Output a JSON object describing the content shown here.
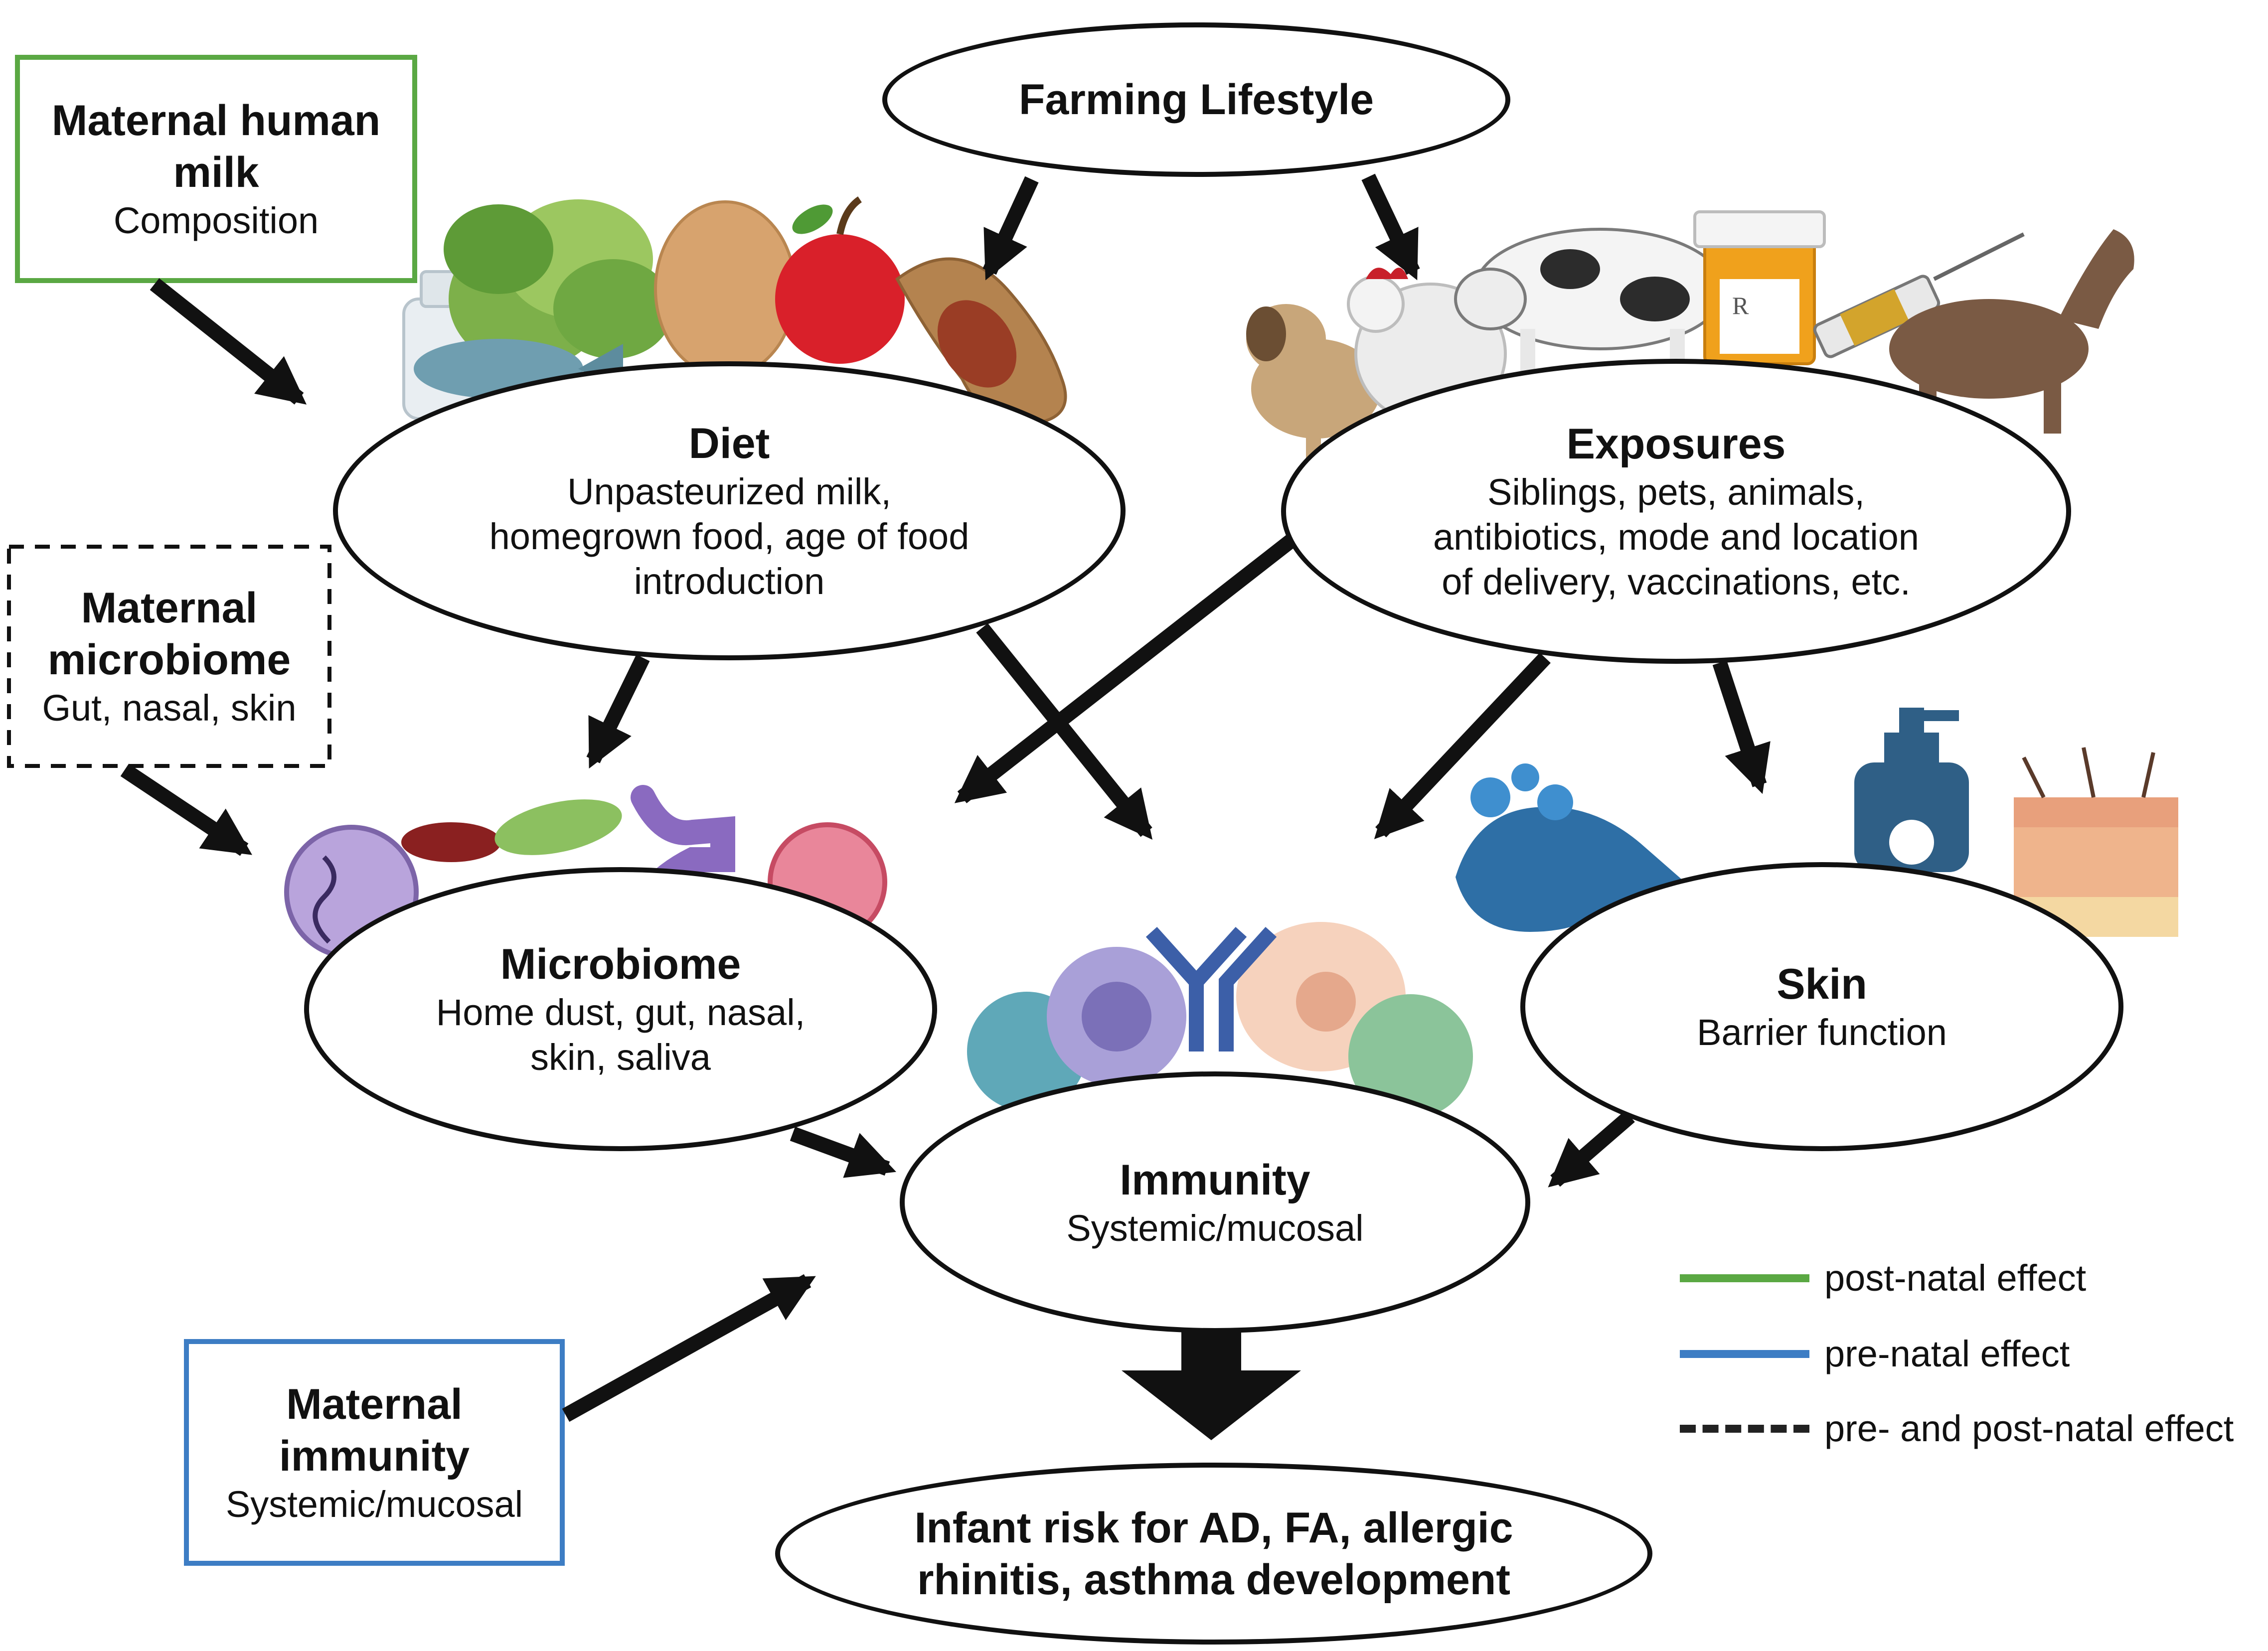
{
  "nodes": {
    "farming": {
      "title": "Farming Lifestyle"
    },
    "diet": {
      "title": "Diet",
      "lines": [
        "Unpasteurized milk,",
        "homegrown food, age of food",
        "introduction"
      ]
    },
    "exposures": {
      "title": "Exposures",
      "lines": [
        "Siblings, pets, animals,",
        "antibiotics, mode and location",
        "of delivery, vaccinations, etc."
      ]
    },
    "microbiome": {
      "title": "Microbiome",
      "lines": [
        "Home dust, gut, nasal,",
        "skin, saliva"
      ]
    },
    "skin": {
      "title": "Skin",
      "lines": [
        "Barrier function"
      ]
    },
    "immunity": {
      "title": "Immunity",
      "lines": [
        "Systemic/mucosal"
      ]
    },
    "outcome": {
      "lines": [
        "Infant risk for AD, FA, allergic",
        "rhinitis, asthma development"
      ]
    },
    "maternal_milk": {
      "title_lines": [
        "Maternal human",
        "milk"
      ],
      "sub": "Composition"
    },
    "maternal_microbiome": {
      "title_lines": [
        "Maternal",
        "microbiome"
      ],
      "sub": "Gut, nasal, skin"
    },
    "maternal_immunity": {
      "title_lines": [
        "Maternal",
        "immunity"
      ],
      "sub": "Systemic/mucosal"
    }
  },
  "legend": [
    {
      "label": "post-natal effect",
      "color": "#5aa843",
      "style": "solid"
    },
    {
      "label": "pre-natal effect",
      "color": "#3d7dc4",
      "style": "solid"
    },
    {
      "label": "pre- and post-natal effect",
      "color": "#222222",
      "style": "dashed"
    }
  ],
  "colors": {
    "green": "#5aa843",
    "blue": "#3d7dc4",
    "black": "#111111"
  },
  "icons": [
    "vegetables-icon",
    "fish-icon",
    "egg-icon",
    "apple-icon",
    "peanut-icon",
    "milk-bottle-icon",
    "dog-icon",
    "chicken-icon",
    "cow-icon",
    "pill-bottle-icon",
    "syringe-icon",
    "horse-icon",
    "bacteria-icon",
    "virus-icon",
    "immune-cells-icon",
    "antibody-icon",
    "hand-washing-icon",
    "soap-bottle-icon",
    "skin-layers-icon"
  ]
}
